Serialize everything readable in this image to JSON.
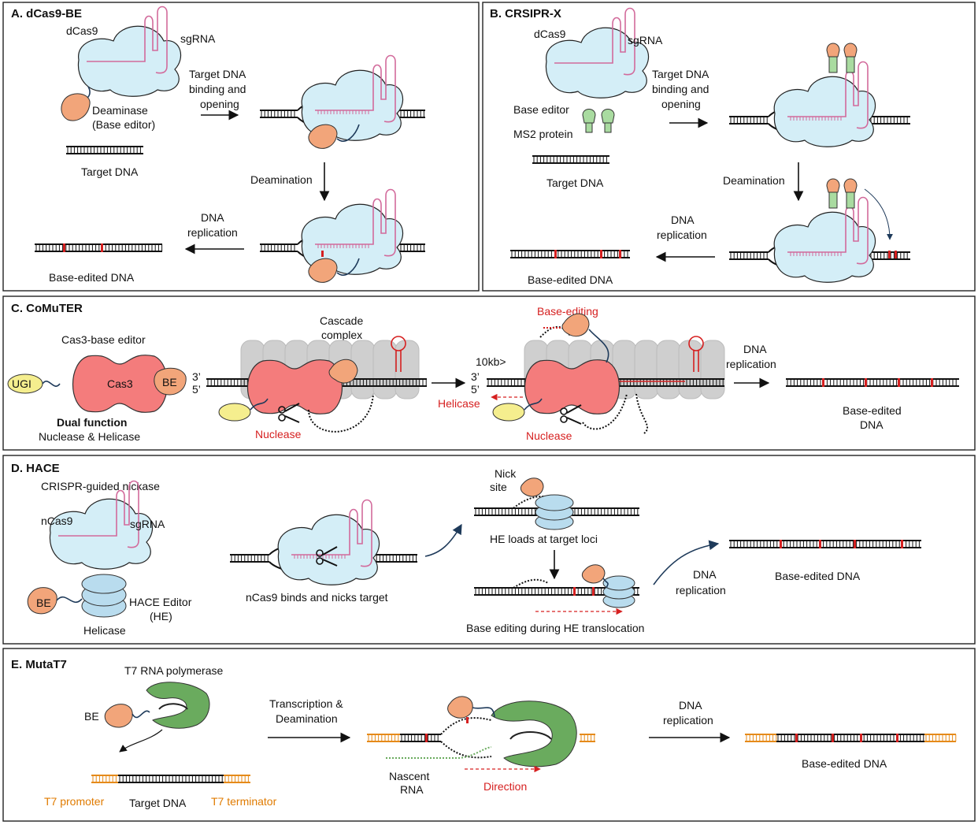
{
  "panels": {
    "a": {
      "title": "A. dCas9-BE",
      "protein": "dCas9",
      "guide": "sgRNA",
      "editor_line1": "Deaminase",
      "editor_line2": "(Base editor)",
      "target": "Target DNA",
      "step1_line1": "Target DNA",
      "step1_line2": "binding and",
      "step1_line3": "opening",
      "step2": "Deamination",
      "step3_line1": "DNA",
      "step3_line2": "replication",
      "result": "Base-edited DNA"
    },
    "b": {
      "title": "B. CRSIPR-X",
      "protein": "dCas9",
      "guide": "sgRNA",
      "editor": "Base editor",
      "ms2": "MS2 protein",
      "target": "Target DNA",
      "step1_line1": "Target DNA",
      "step1_line2": "binding and",
      "step1_line3": "opening",
      "step2": "Deamination",
      "step3_line1": "DNA",
      "step3_line2": "replication",
      "result": "Base-edited DNA"
    },
    "c": {
      "title": "C. CoMuTER",
      "editor_label": "Cas3-base editor",
      "ugi": "UGI",
      "cas3": "Cas3",
      "be": "BE",
      "dual_line1": "Dual function",
      "dual_line2": "Nuclease & Helicase",
      "cascade_line1": "Cascade",
      "cascade_line2": "complex",
      "end3": "3’",
      "end5": "5’",
      "nuclease": "Nuclease",
      "distance": "10kb>",
      "base_editing": "Base-editing",
      "helicase": "Helicase",
      "step_line1": "DNA",
      "step_line2": "replication",
      "result_line1": "Base-edited",
      "result_line2": "DNA"
    },
    "d": {
      "title": "D. HACE",
      "nickase": "CRISPR-guided nickase",
      "protein": "nCas9",
      "guide": "sgRNA",
      "be": "BE",
      "he_line1": "HACE Editor",
      "he_line2": "(HE)",
      "helicase": "Helicase",
      "binds": "nCas9 binds and nicks target",
      "nick_line1": "Nick",
      "nick_line2": "site",
      "loads": "HE loads at target loci",
      "translocation": "Base editing during HE translocation",
      "step_line1": "DNA",
      "step_line2": "replication",
      "result": "Base-edited DNA"
    },
    "e": {
      "title": "E. MutaT7",
      "polymerase": "T7 RNA polymerase",
      "be": "BE",
      "promoter": "T7 promoter",
      "target": "Target DNA",
      "terminator": "T7 terminator",
      "step1_line1": "Transcription &",
      "step1_line2": "Deamination",
      "nascent_line1": "Nascent",
      "nascent_line2": "RNA",
      "direction": "Direction",
      "step2_line1": "DNA",
      "step2_line2": "replication",
      "result": "Base-edited DNA"
    }
  },
  "colors": {
    "cas9": "#d4eef7",
    "rna": "#d26a9b",
    "deaminase": "#f2a57a",
    "ms2": "#a9dba0",
    "cas3": "#f47c7c",
    "cascade": "#cfcfcf",
    "ugi": "#f5ee8e",
    "helicase": "#b9dcee",
    "polymerase": "#6aab5e",
    "edit": "#d62020",
    "t7": "#e58a1a",
    "dna": "#111111"
  }
}
